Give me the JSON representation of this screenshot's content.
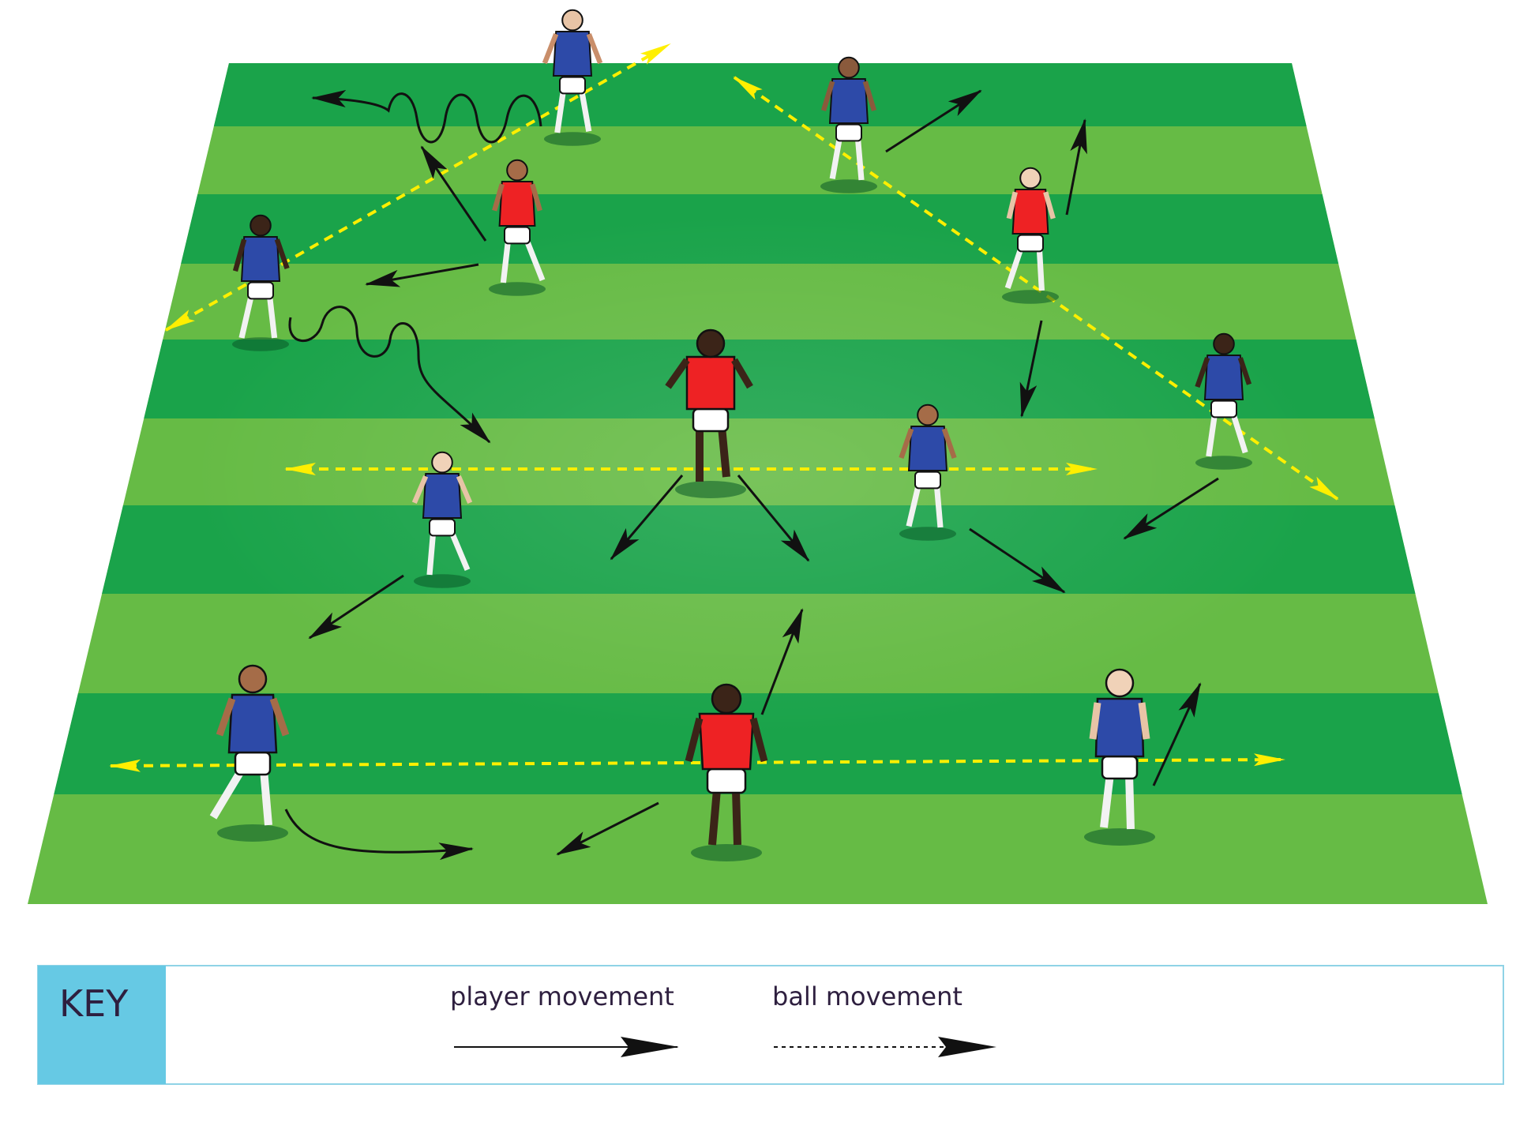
{
  "diagram": {
    "key_title": "KEY",
    "legend": {
      "player_movement": "player movement",
      "ball_movement": "ball movement"
    },
    "colors": {
      "pitch_dark": "#1aa34a",
      "pitch_light": "#66bb45",
      "blue_team": "#2d4aa8",
      "red_team": "#ee2224",
      "ball_path": "#ffef00",
      "player_path": "#111111",
      "key_accent": "#66c9e4",
      "key_border": "#8fd3e6"
    },
    "players": [
      {
        "team": "blue"
      },
      {
        "team": "blue"
      },
      {
        "team": "blue"
      },
      {
        "team": "blue"
      },
      {
        "team": "blue"
      },
      {
        "team": "blue"
      },
      {
        "team": "blue"
      },
      {
        "team": "blue"
      },
      {
        "team": "red"
      },
      {
        "team": "red"
      },
      {
        "team": "red"
      },
      {
        "team": "red"
      }
    ]
  }
}
